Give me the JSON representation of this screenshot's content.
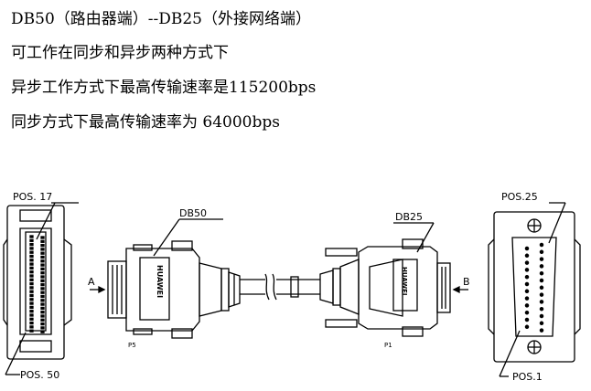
{
  "text": {
    "line1": "DB50（路由器端）--DB25（外接网络端）",
    "line2": "可工作在同步和异步两种方式下",
    "line3": "异步工作方式下最高传输速率是115200bps",
    "line4": "同步方式下最高传输速率为 64000bps"
  },
  "diagram": {
    "pos17": "POS. 17",
    "pos50": "POS. 50",
    "pos25": "POS.25",
    "pos1": "POS.1",
    "db50": "DB50",
    "db25": "DB25",
    "arrow_a": "A",
    "arrow_b": "B",
    "brand_left": "HUAWEI",
    "brand_right": "HUAWEI",
    "p_left": "P5",
    "p_right": "P1"
  }
}
